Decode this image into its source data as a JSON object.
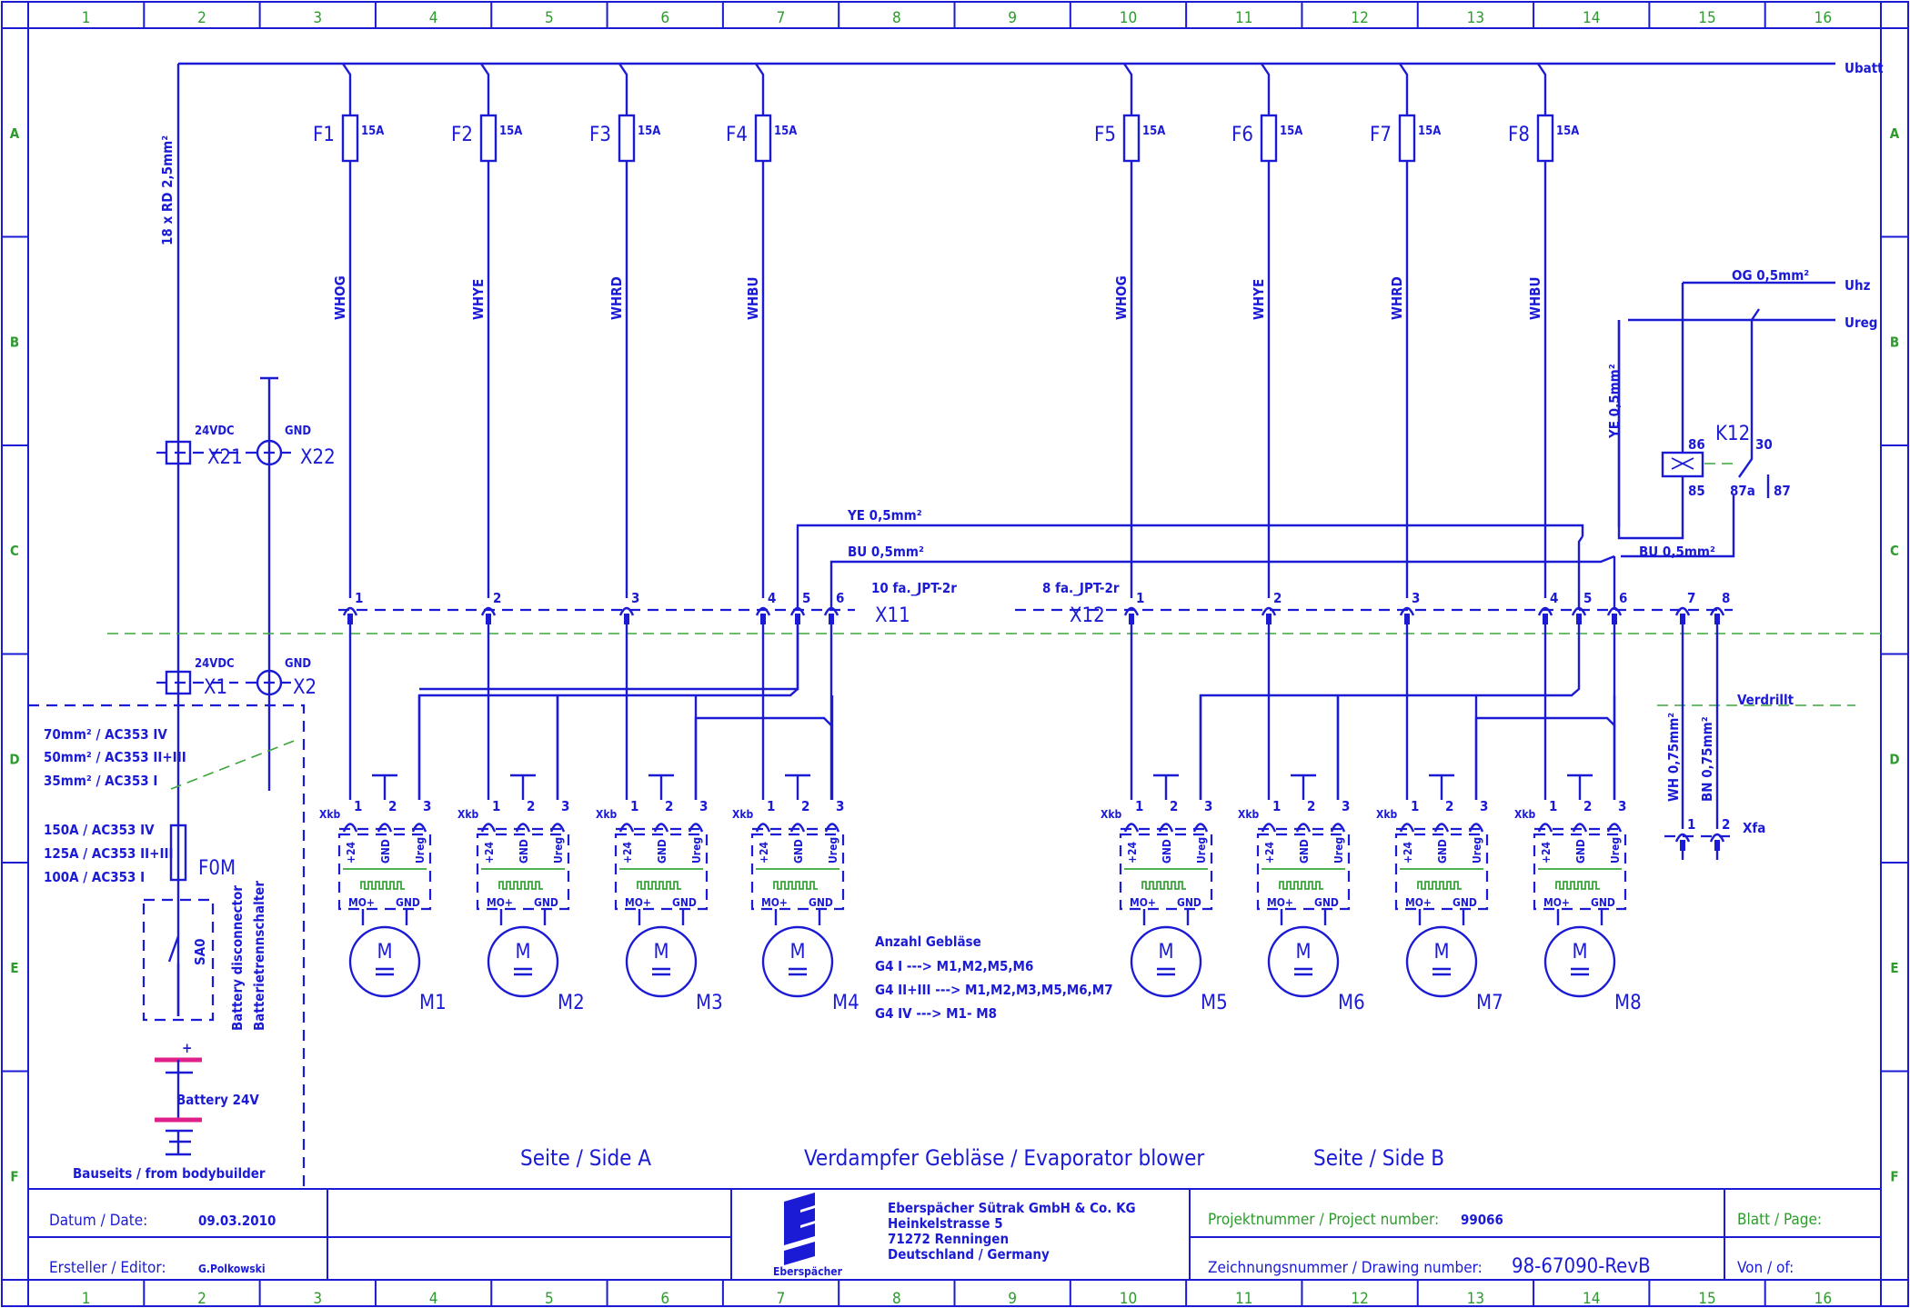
{
  "grid": {
    "columns": [
      "1",
      "2",
      "3",
      "4",
      "5",
      "6",
      "7",
      "8",
      "9",
      "10",
      "11",
      "12",
      "13",
      "14",
      "15",
      "16"
    ],
    "rows": [
      "A",
      "B",
      "C",
      "D",
      "E",
      "F"
    ]
  },
  "rails": {
    "ubatt": "Ubatt",
    "uhz": "Uhz",
    "ureg": "Ureg"
  },
  "main_cable": "18 x  RD 2,5mm²",
  "fuse_rating": "15A",
  "fuses": [
    {
      "name": "F1",
      "wire": "WHOG"
    },
    {
      "name": "F2",
      "wire": "WHYE"
    },
    {
      "name": "F3",
      "wire": "WHRD"
    },
    {
      "name": "F4",
      "wire": "WHBU"
    },
    {
      "name": "F5",
      "wire": "WHOG"
    },
    {
      "name": "F6",
      "wire": "WHYE"
    },
    {
      "name": "F7",
      "wire": "WHRD"
    },
    {
      "name": "F8",
      "wire": "WHBU"
    }
  ],
  "relay": {
    "name": "K12",
    "p86": "86",
    "p85": "85",
    "p30": "30",
    "p87a": "87a",
    "p87": "87",
    "og_wire": "OG 0,5mm²",
    "ye_wire": "YE 0,5mm²"
  },
  "connectors": {
    "x21_label": "X21",
    "x21_voltage": "24VDC",
    "x22_label": "X22",
    "x22_gnd": "GND",
    "x1_label": "X1",
    "x1_voltage": "24VDC",
    "x2_label": "X2",
    "x2_gnd": "GND",
    "x11_name": "X11",
    "x11_type": "10 fa._JPT-2r",
    "x12_name": "X12",
    "x12_type": "8 fa._JPT-2r",
    "x11_pins": [
      "1",
      "2",
      "3",
      "4",
      "5",
      "6"
    ],
    "x12_pins": [
      "1",
      "2",
      "3",
      "4",
      "5",
      "6",
      "7",
      "8"
    ],
    "ye_bus": "YE 0,5mm²",
    "bu_bus": "BU 0,5mm²",
    "bu_bus2": "BU 0,5mm²",
    "xfa": "Xfa",
    "xfa_pins": [
      "1",
      "2"
    ],
    "wh_wire": "WH 0,75mm²",
    "bn_wire": "BN 0,75mm²",
    "twisted": "Verdrillt"
  },
  "module": {
    "xkb": "Xkb",
    "pins": [
      "1",
      "2",
      "3"
    ],
    "sig": [
      "+24",
      "GND",
      "Ureg"
    ],
    "motor_pins": [
      "MO+",
      "GND"
    ],
    "motor_symbol": "M"
  },
  "motors": [
    "M1",
    "M2",
    "M3",
    "M4",
    "M5",
    "M6",
    "M7",
    "M8"
  ],
  "bodybuilder": {
    "cables": [
      "70mm² / AC353 IV",
      "50mm² / AC353 II+III",
      "35mm² / AC353 I"
    ],
    "fuse_ratings": [
      "150A / AC353 IV",
      "125A / AC353 II+III",
      "100A / AC353 I"
    ],
    "main_fuse": "F0M",
    "switch_name": "SA0",
    "switch_en": "Battery disconnector",
    "switch_de": "Batterietrennschalter",
    "battery_plus": "+",
    "battery": "Battery 24V",
    "caption": "Bauseits / from bodybuilder"
  },
  "blower_count": {
    "title": "Anzahl Gebläse",
    "lines": [
      "G4 I ---> M1,M2,M5,M6",
      "G4 II+III ---> M1,M2,M3,M5,M6,M7",
      "G4 IV ---> M1- M8"
    ]
  },
  "captions": {
    "side_a": "Seite / Side A",
    "center": "Verdampfer Gebläse / Evaporator blower",
    "side_b": "Seite / Side B"
  },
  "title_block": {
    "date_label": "Datum / Date:",
    "date": "09.03.2010",
    "editor_label": "Ersteller / Editor:",
    "editor": "G.Polkowski",
    "company": [
      "Eberspächer Sütrak GmbH & Co. KG",
      "Heinkelstrasse 5",
      "71272 Renningen",
      "Deutschland / Germany"
    ],
    "logo_text": "Eberspächer",
    "project_label": "Projektnummer / Project number:",
    "project": "99066",
    "drawing_label": "Zeichnungsnummer / Drawing number:",
    "drawing": "98-67090-RevB",
    "sheet_label": "Blatt / Page:",
    "of_label": "Von / of:"
  },
  "colors": {
    "wire": "#1b1bd6",
    "grid_text": "#2e9b2e",
    "battery_bar": "#e0208a"
  }
}
